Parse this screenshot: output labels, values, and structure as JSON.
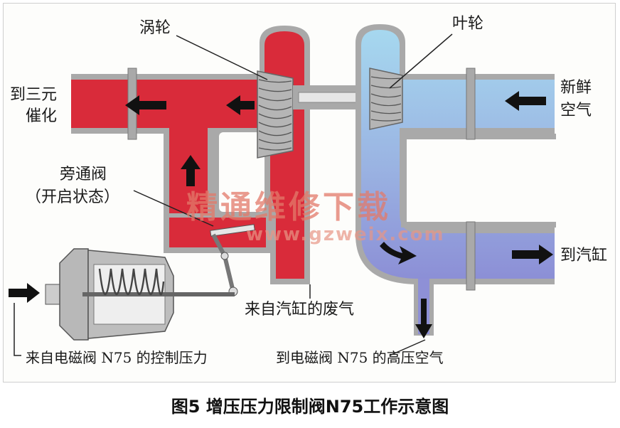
{
  "labels": {
    "turbine": "涡轮",
    "impeller": "叶轮",
    "to_catalyst_1": "到三元",
    "to_catalyst_2": "催化",
    "fresh_air_1": "新鲜",
    "fresh_air_2": "空气",
    "bypass_valve": "旁通阀",
    "bypass_state": "（开启状态）",
    "to_cylinder": "到汽缸",
    "exhaust_from_cylinder": "来自汽缸的废气",
    "control_pressure": "来自电磁阀 N75 的控制压力",
    "high_pressure_air": "到电磁阀 N75 的高压空气"
  },
  "watermark": {
    "text_cn": "精通维修下载",
    "text_url": "www.gzweix.com"
  },
  "caption": "图5 增压压力限制阀N75工作示意图",
  "colors": {
    "exhaust_red": "#d92b3a",
    "intake_blue": "#9fd0ea",
    "pressurized_blue": "#8e90d6",
    "housing_gray": "#a9a9a9",
    "arrow_black": "#111111"
  },
  "icons": [
    "flow-arrow-icon",
    "turbine-wheel-icon",
    "impeller-wheel-icon",
    "spring-icon",
    "diaphragm-actuator-icon"
  ]
}
